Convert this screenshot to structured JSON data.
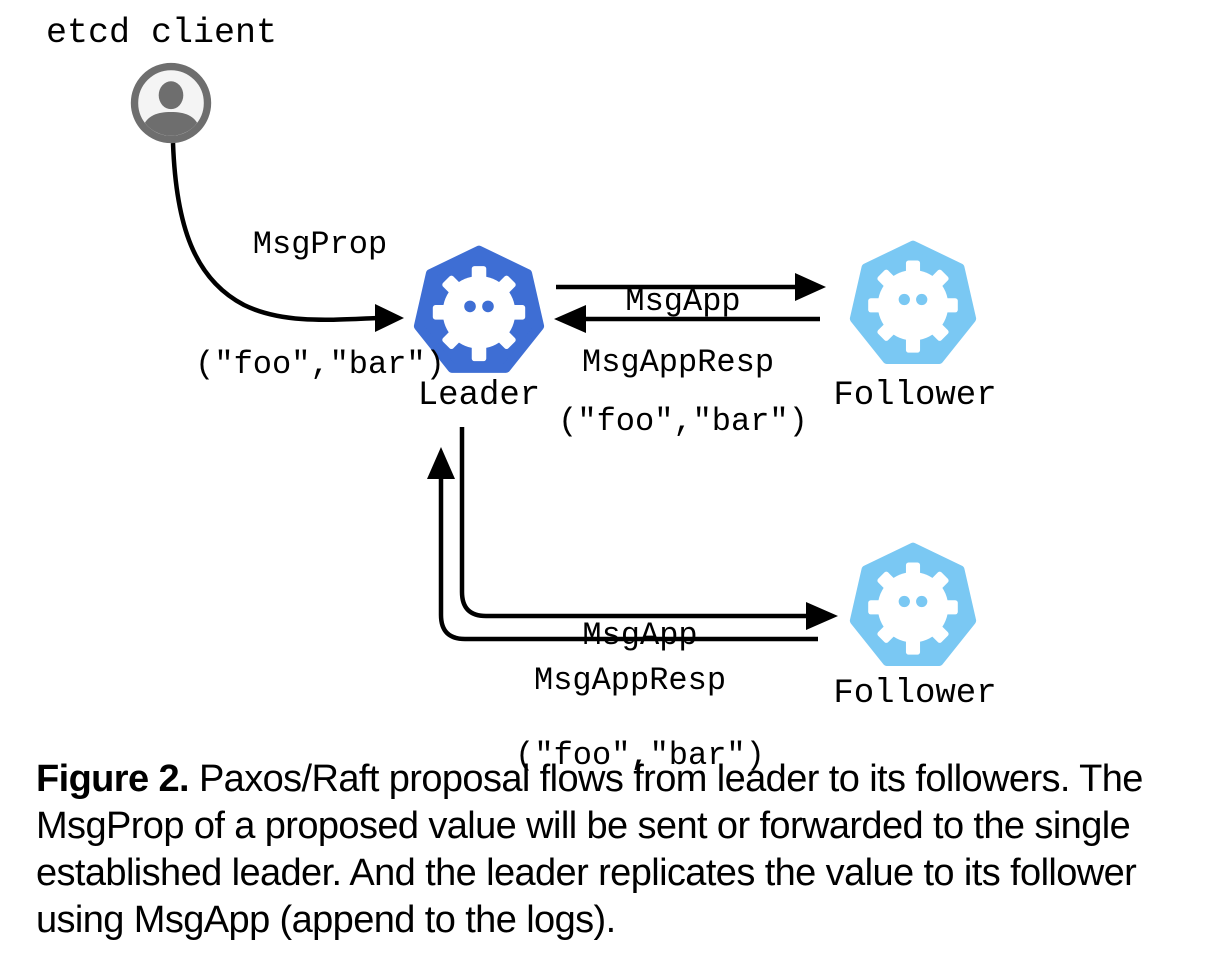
{
  "figure_type": "architecture-flow-diagram",
  "diagram": {
    "client": {
      "label": "etcd client",
      "icon": "user-avatar-icon"
    },
    "nodes": [
      {
        "id": "leader",
        "label": "Leader",
        "role": "leader",
        "icon": "heptagon-gear-robot-icon",
        "color": "#3E6ED4"
      },
      {
        "id": "follower-top",
        "label": "Follower",
        "role": "follower",
        "icon": "heptagon-gear-robot-icon",
        "color": "#7AC8F3"
      },
      {
        "id": "follower-bottom",
        "label": "Follower",
        "role": "follower",
        "icon": "heptagon-gear-robot-icon",
        "color": "#7AC8F3"
      }
    ],
    "messages": {
      "msgprop": {
        "name": "MsgProp",
        "args": "(\"foo\",\"bar\")",
        "from": "etcd client",
        "to": "Leader"
      },
      "msgapp_top": {
        "name": "MsgApp",
        "args": "(\"foo\",\"bar\")",
        "from": "Leader",
        "to": "Follower (top)"
      },
      "msgappresp_top": {
        "name": "MsgAppResp",
        "from": "Follower (top)",
        "to": "Leader"
      },
      "msgapp_bottom": {
        "name": "MsgApp",
        "args": "(\"foo\",\"bar\")",
        "from": "Leader",
        "to": "Follower (bottom)"
      },
      "msgappresp_bottom": {
        "name": "MsgAppResp",
        "from": "Follower (bottom)",
        "to": "Leader"
      }
    },
    "colors": {
      "leader": "#3E6ED4",
      "follower": "#7AC8F3",
      "arrow": "#000000",
      "client_gray": "#6E6E6E",
      "client_fill": "#F4F4F4"
    }
  },
  "caption": {
    "prefix": "Figure 2.",
    "text": "Paxos/Raft proposal flows from leader to its followers. The MsgProp of a proposed value will be sent or forwarded to the single established leader. And the leader replicates the value to its follower using MsgApp (append to the logs)."
  }
}
